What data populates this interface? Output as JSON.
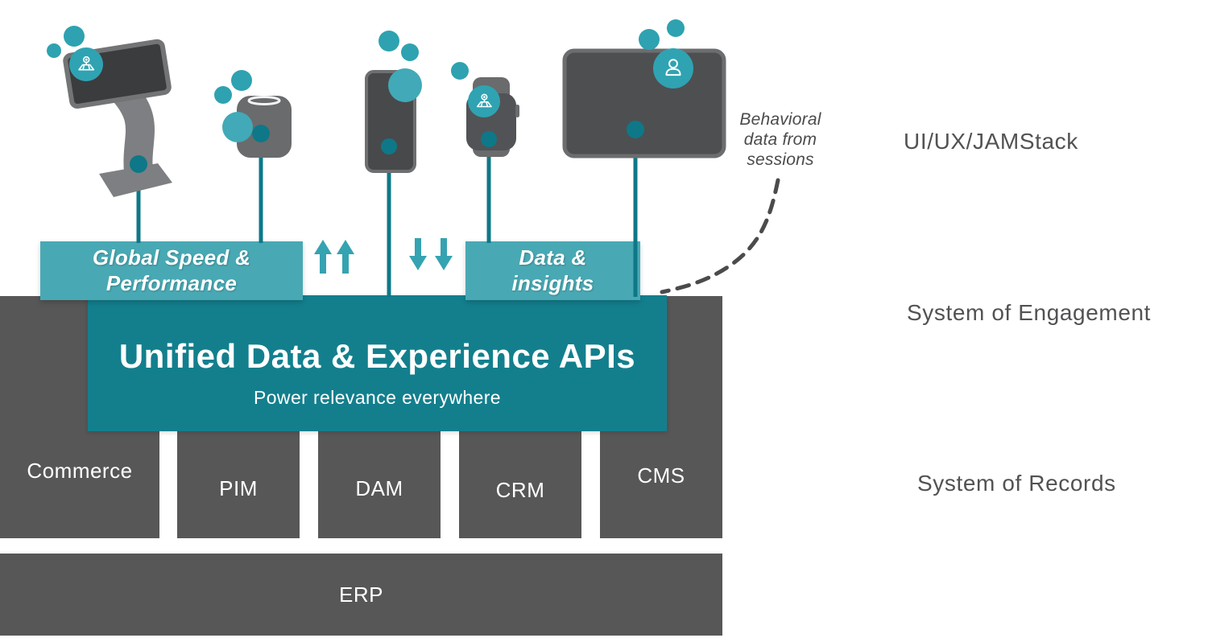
{
  "colors": {
    "teal_dark": "#137F8D",
    "teal_light": "#48A9B4",
    "teal_bubble": "#2EA2B1",
    "teal_line": "#0E7888",
    "teal_arrow": "#35A3B1",
    "gray_box": "#575757",
    "gray_text": "#515254",
    "gray_dash": "#4A4B4D"
  },
  "annotation": {
    "line1": "Behavioral",
    "line2": "data from",
    "line3": "sessions"
  },
  "layer_labels": {
    "top": "UI/UX/JAMStack",
    "middle": "System of Engagement",
    "bottom": "System of Records"
  },
  "overlay_boxes": {
    "left": "Global Speed & Performance",
    "right": "Data & insights"
  },
  "api_box": {
    "title": "Unified Data & Experience APIs",
    "subtitle": "Power relevance everywhere"
  },
  "record_columns": [
    {
      "label": "Commerce"
    },
    {
      "label": "PIM"
    },
    {
      "label": "DAM"
    },
    {
      "label": "CRM"
    },
    {
      "label": "CMS"
    }
  ],
  "erp": {
    "label": "ERP"
  },
  "devices": [
    {
      "name": "kiosk",
      "badge": "map-pin"
    },
    {
      "name": "smart-speaker"
    },
    {
      "name": "smartphone"
    },
    {
      "name": "smartwatch",
      "badge": "map-pin"
    },
    {
      "name": "tv-screen",
      "badge": "user"
    }
  ]
}
